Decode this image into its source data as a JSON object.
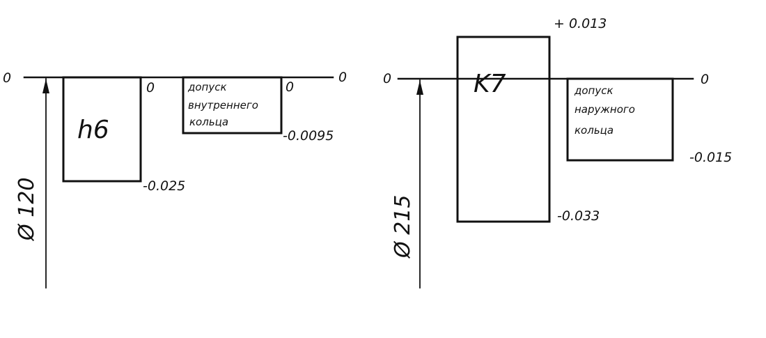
{
  "left": {
    "zero_left": "0",
    "zero_right": "0",
    "shaft_field": {
      "label": "h6",
      "upper": "0",
      "lower": "-0.025"
    },
    "ring_field": {
      "label_lines": [
        "допуск",
        "внутреннего",
        "кольца"
      ],
      "upper": "0",
      "lower": "-0.0095"
    },
    "diameter": "Ø 120"
  },
  "right": {
    "zero_left": "0",
    "zero_right": "0",
    "housing_field": {
      "label": "K7",
      "upper": "+ 0.013",
      "lower": "-0.033"
    },
    "ring_field": {
      "label_lines": [
        "допуск",
        "наружного",
        "кольца"
      ],
      "lower": "-0.015"
    },
    "diameter": "Ø 215"
  }
}
